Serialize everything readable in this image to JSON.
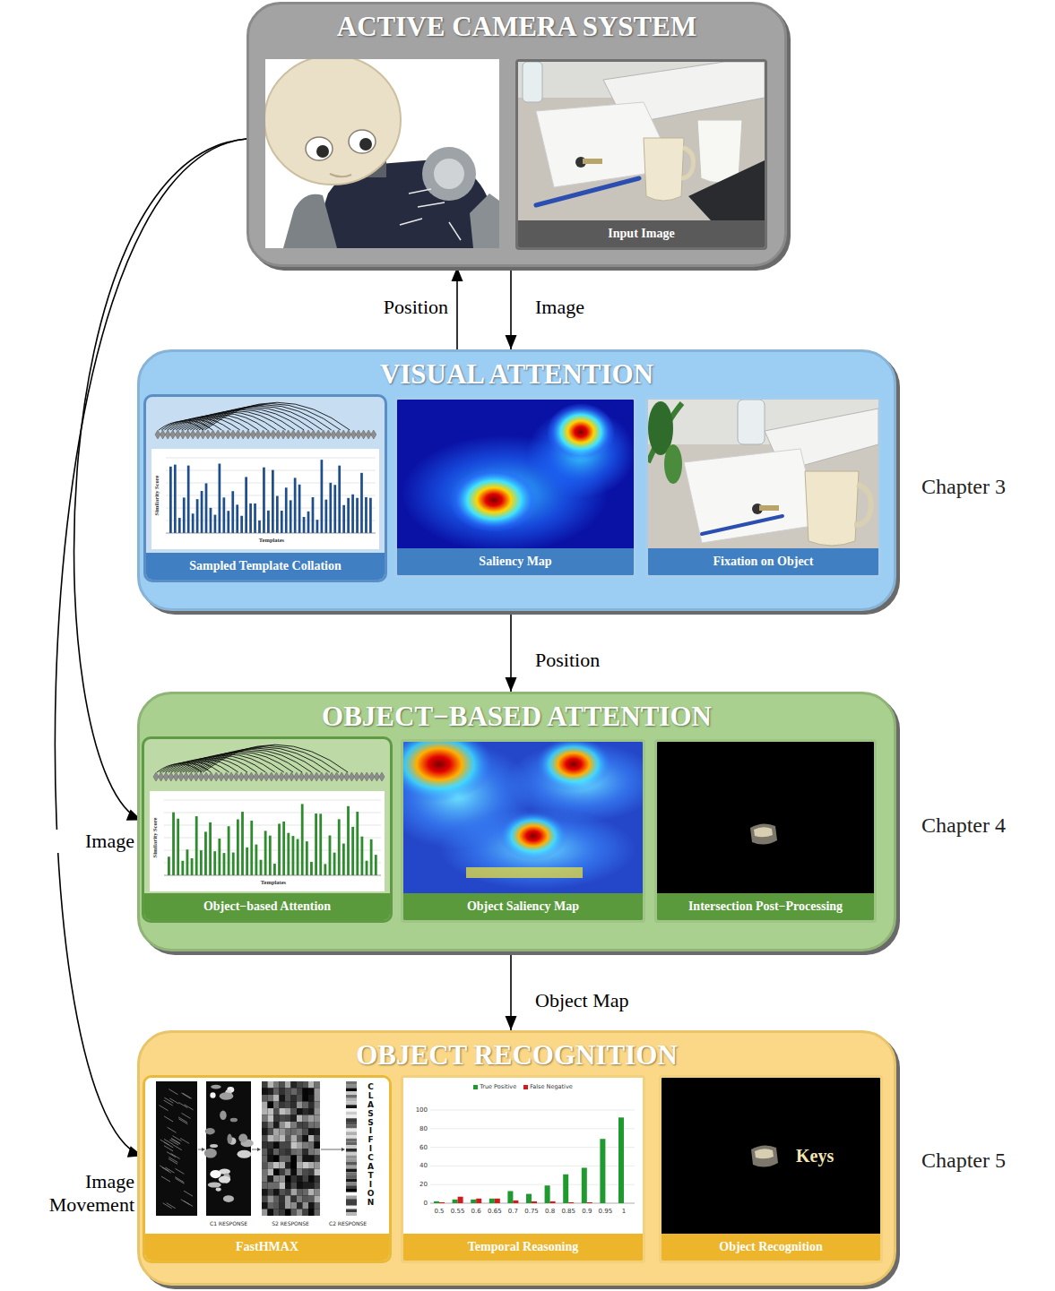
{
  "diagram": {
    "nodes": [
      {
        "text": [
          "ACTIVE CAMERA SYSTEM"
        ]
      },
      {
        "text": [
          "Input Image"
        ],
        "in": 0
      },
      {
        "text": [
          "VISUAL ATTENTION"
        ]
      },
      {
        "text": [
          "Sampled Template Collation"
        ],
        "in": 2
      },
      {
        "text": [
          "Saliency Map"
        ],
        "in": 2
      },
      {
        "text": [
          "Fixation on Object"
        ],
        "in": 2
      },
      {
        "text": [
          "OBJECT−BASED ATTENTION"
        ]
      },
      {
        "text": [
          "Object−based Attention"
        ],
        "in": 6
      },
      {
        "text": [
          "Object Saliency Map"
        ],
        "in": 6
      },
      {
        "text": [
          "Intersection Post−Processing"
        ],
        "in": 6
      },
      {
        "text": [
          "OBJECT RECOGNITION"
        ]
      },
      {
        "text": [
          "FastHMAX"
        ],
        "in": 10
      },
      {
        "text": [
          "Temporal Reasoning"
        ],
        "in": 10
      },
      {
        "text": [
          "Object Recognition"
        ],
        "in": 10
      }
    ],
    "edges": [
      {
        "from": 2,
        "to": 0,
        "label": "Position",
        "arrow": "to"
      },
      {
        "from": 0,
        "to": 2,
        "label": "Image",
        "arrow": "to"
      },
      {
        "from": 2,
        "to": 6,
        "label": "Position",
        "arrow": "to"
      },
      {
        "from": 6,
        "to": 10,
        "label": "Object Map",
        "arrow": "to"
      },
      {
        "from": 0,
        "to": 7,
        "label": "Image",
        "arrow": "to"
      },
      {
        "from": 0,
        "to": 11,
        "label": "Image Movement",
        "arrow": "to"
      }
    ],
    "labels": [
      "Chapter 3",
      "Chapter 4",
      "Chapter 5",
      "Similarity Score",
      "Templates",
      "Similarity Score",
      "Templates",
      "C1 RESPONSE",
      "S2 RESPONSE",
      "C2 RESPONSE",
      "CLASSIFICATION",
      "100",
      "80",
      "60",
      "40",
      "20",
      "0",
      "0.5",
      "0.55",
      "0.6",
      "0.65",
      "0.7",
      "0.75",
      "0.8",
      "0.85",
      "0.9",
      "0.95",
      "1",
      "Keys"
    ],
    "legend": [
      {
        "text": "True Positive",
        "color": "#1f9a2e"
      },
      {
        "text": "False Negative",
        "color": "#d01c1c"
      }
    ]
  }
}
